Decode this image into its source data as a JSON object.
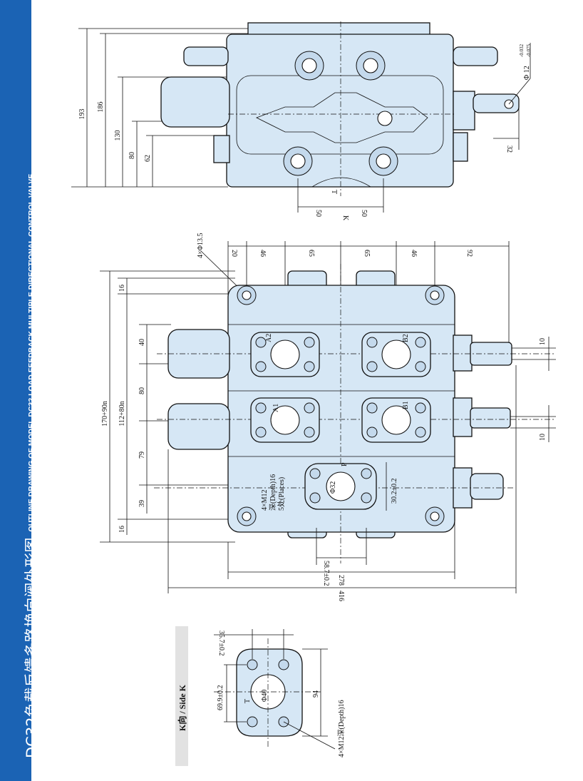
{
  "page": {
    "title_cn": "DC32负载反馈多路换向阀外形图",
    "title_en": "OUTLINE DRAWING OF MODEL DC32 LOAD FEEDBACK MULTIPLE DIRECTIONAL CONTROL VALVE"
  },
  "top_view": {
    "dims_left": [
      "193",
      "186",
      "130",
      "80",
      "62"
    ],
    "dims_bottom": [
      "50",
      "50"
    ],
    "port_letter": "T",
    "view_letter": "K",
    "shaft_dia": "Φ 12",
    "shaft_tol_upper": "-0.032",
    "shaft_tol_lower": "-0.075",
    "shaft_offset": "32"
  },
  "main_view": {
    "mount_holes": "4×Φ13.5",
    "dims_top": [
      "20",
      "46",
      "65",
      "65",
      "46",
      "92"
    ],
    "dims_left_total1": "170+90n",
    "dims_left_total2": "112+80n",
    "dims_left": [
      "16",
      "40",
      "80",
      "79",
      "39",
      "16"
    ],
    "ports": [
      "A2",
      "B2",
      "A1",
      "B1"
    ],
    "p_port": "P",
    "p_dia": "Φ32",
    "p_thread": "4×M12",
    "p_depth": "深(Depth)16",
    "p_places": "5处(Places)",
    "p_spacing": "30.2±0.2",
    "dim_center": "58.7±0.2",
    "dim_width1": "278",
    "dim_width2": "416",
    "stroke1": "10",
    "stroke2": "10"
  },
  "side_k": {
    "label": "K向 / Side K",
    "dim_top": "35.7±0.2",
    "dim_left": "69.9±0.2",
    "dim_right": "94",
    "port_letter": "T",
    "port_dia": "Φ40",
    "thread_note": "4×M12深(Depth)16"
  }
}
